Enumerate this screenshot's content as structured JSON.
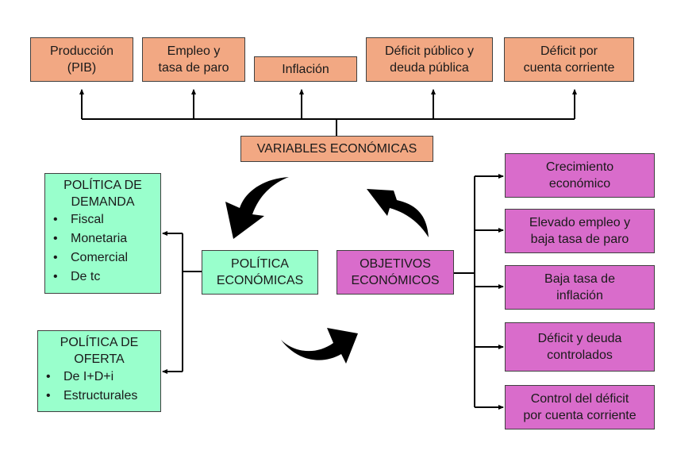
{
  "variables": {
    "label": "VARIABLES ECONÓMICAS",
    "items": [
      {
        "line1": "Producción",
        "line2": "(PIB)"
      },
      {
        "line1": "Empleo y",
        "line2": "tasa de paro"
      },
      {
        "line1": "Inflación",
        "line2": ""
      },
      {
        "line1": "Déficit público y",
        "line2": "deuda pública"
      },
      {
        "line1": "Déficit por",
        "line2": "cuenta corriente"
      }
    ]
  },
  "politica": {
    "line1": "POLÍTICA",
    "line2": "ECONÓMICAS",
    "demanda": {
      "heading1": "POLÍTICA DE",
      "heading2": "DEMANDA",
      "items": [
        "Fiscal",
        "Monetaria",
        "Comercial",
        "De tc"
      ]
    },
    "oferta": {
      "heading1": "POLÍTICA DE",
      "heading2": "OFERTA",
      "items": [
        "De I+D+i",
        "Estructurales"
      ]
    }
  },
  "objetivos": {
    "line1": "OBJETIVOS",
    "line2": "ECONÓMICOS",
    "items": [
      {
        "line1": "Crecimiento",
        "line2": "económico"
      },
      {
        "line1": "Elevado empleo y",
        "line2": "baja tasa de paro"
      },
      {
        "line1": "Baja tasa de",
        "line2": "inflación"
      },
      {
        "line1": "Déficit y deuda",
        "line2": "controlados"
      },
      {
        "line1": "Control del déficit",
        "line2": "por cuenta corriente"
      }
    ]
  },
  "bullet": "•",
  "colors": {
    "variables": "#f2a883",
    "politica": "#99ffcc",
    "objetivos": "#d96ccb",
    "connector": "#000000"
  }
}
